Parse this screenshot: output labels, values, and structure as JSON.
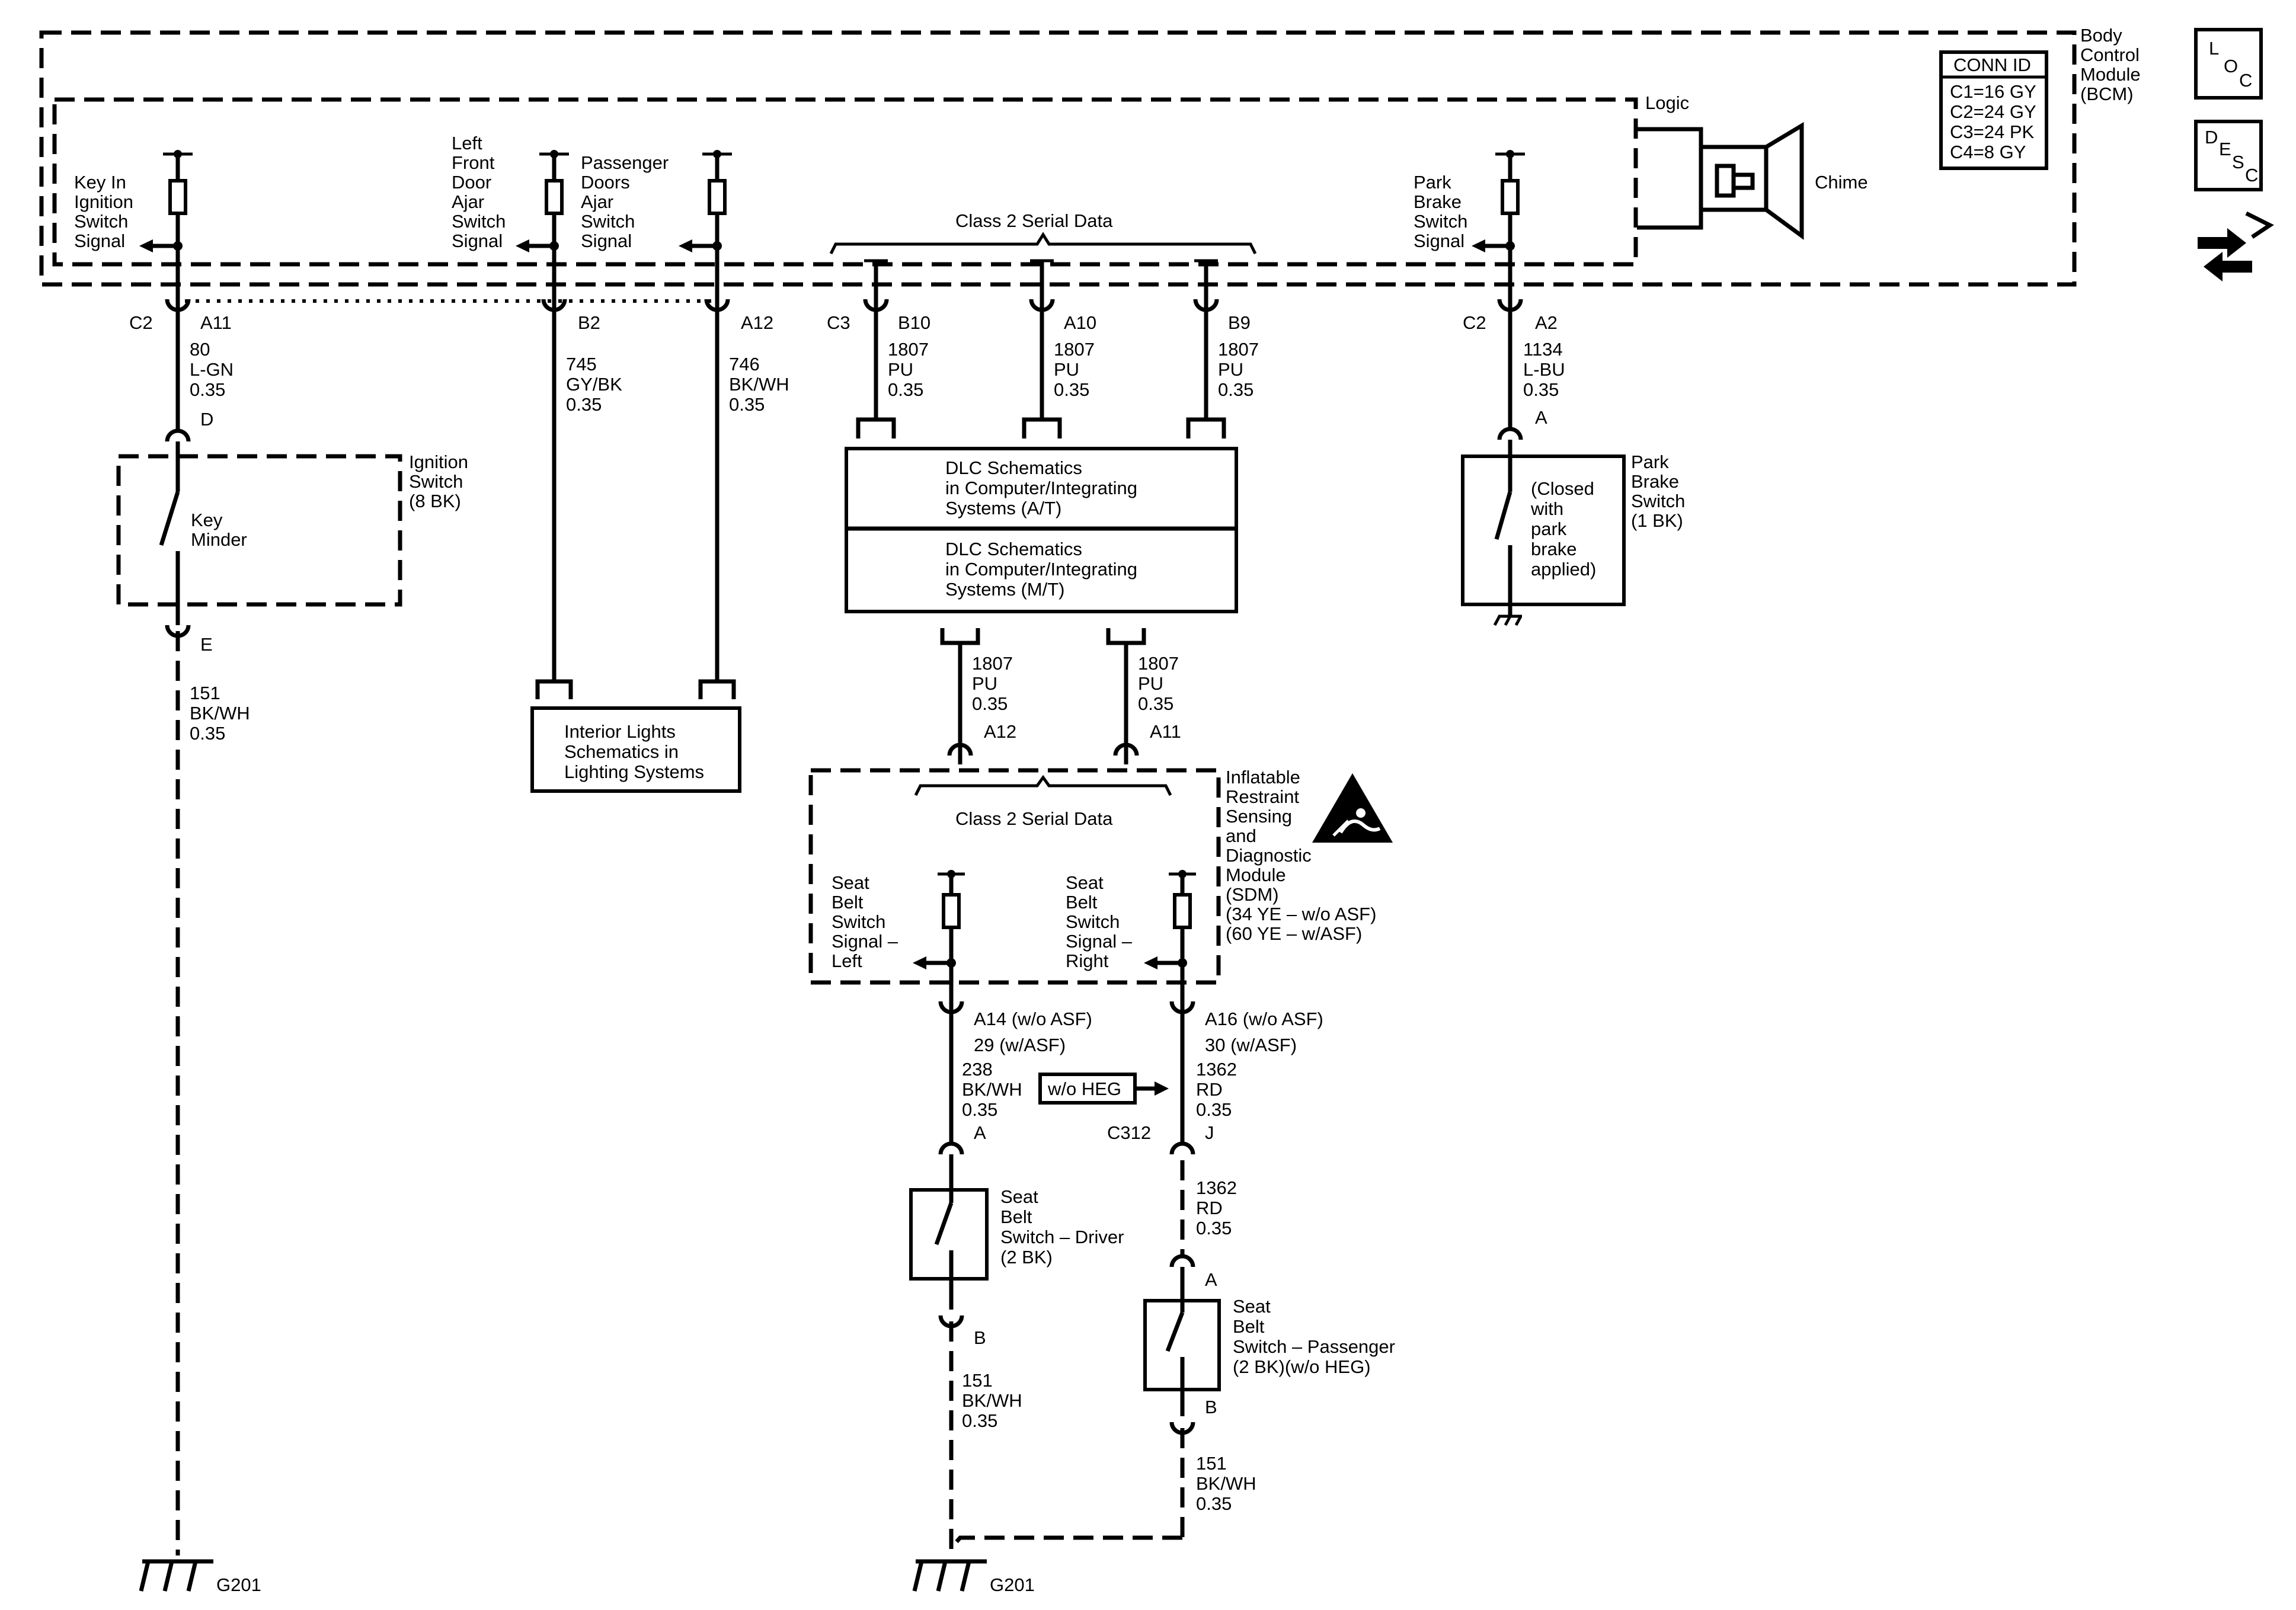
{
  "bcm": {
    "title": [
      "Body",
      "Control",
      "Module",
      "(BCM)"
    ],
    "logic_label": "Logic",
    "chime_label": "Chime",
    "conn_id": {
      "header": "CONN ID",
      "rows": [
        "C1=16 GY",
        "C2=24 GY",
        "C3=24 PK",
        "C4=8 GY"
      ]
    },
    "serial_data_label": "Class 2 Serial Data",
    "inputs": [
      {
        "label": [
          "Key In",
          "Ignition",
          "Switch",
          "Signal"
        ]
      },
      {
        "label": [
          "Left",
          "Front",
          "Door",
          "Ajar",
          "Switch",
          "Signal"
        ]
      },
      {
        "label": [
          "Passenger",
          "Doors",
          "Ajar",
          "Switch",
          "Signal"
        ]
      },
      {
        "label": [
          "Park",
          "Brake",
          "Switch",
          "Signal"
        ]
      }
    ]
  },
  "icons": {
    "loc": [
      "L",
      "O",
      "C"
    ],
    "desc": [
      "D",
      "E",
      "S",
      "C"
    ],
    "airbag_warning": "airbag-warning-icon",
    "service_arrows": "service-arrows-icon"
  },
  "connectors": {
    "key_in": {
      "conn": "C2",
      "pin": "A11"
    },
    "left_front_door": {
      "pin": "B2"
    },
    "passenger_doors": {
      "pin": "A12"
    },
    "serial_c3": "C3",
    "serial_b10": "B10",
    "serial_a10": "A10",
    "serial_b9": "B9",
    "park_brake": {
      "conn": "C2",
      "pin": "A2"
    },
    "ign_d": "D",
    "ign_e": "E",
    "park_a": "A",
    "sdm_a12": "A12",
    "sdm_a11": "A11",
    "sdm_left": [
      "A14 (w/o ASF)",
      "29 (w/ASF)"
    ],
    "sdm_right": [
      "A16 (w/o ASF)",
      "30 (w/ASF)"
    ],
    "driver_a": "A",
    "driver_b": "B",
    "c312": "C312",
    "c312_pin": "J",
    "pass_a": "A",
    "pass_b": "B"
  },
  "wires": {
    "key_in": [
      "80",
      "L-GN",
      "0.35"
    ],
    "left_front_door": [
      "745",
      "GY/BK",
      "0.35"
    ],
    "passenger_doors": [
      "746",
      "BK/WH",
      "0.35"
    ],
    "serial_1": [
      "1807",
      "PU",
      "0.35"
    ],
    "serial_2": [
      "1807",
      "PU",
      "0.35"
    ],
    "serial_3": [
      "1807",
      "PU",
      "0.35"
    ],
    "park_brake": [
      "1134",
      "L-BU",
      "0.35"
    ],
    "ign_ground": [
      "151",
      "BK/WH",
      "0.35"
    ],
    "sdm_1": [
      "1807",
      "PU",
      "0.35"
    ],
    "sdm_2": [
      "1807",
      "PU",
      "0.35"
    ],
    "driver_in": [
      "238",
      "BK/WH",
      "0.35"
    ],
    "pass_in": [
      "1362",
      "RD",
      "0.35"
    ],
    "pass_mid": [
      "1362",
      "RD",
      "0.35"
    ],
    "driver_ground": [
      "151",
      "BK/WH",
      "0.35"
    ],
    "pass_ground": [
      "151",
      "BK/WH",
      "0.35"
    ]
  },
  "components": {
    "ignition_switch": [
      "Ignition",
      "Switch",
      "(8 BK)"
    ],
    "key_minder": [
      "Key",
      "Minder"
    ],
    "park_brake_switch": [
      "Park",
      "Brake",
      "Switch",
      "(1 BK)"
    ],
    "park_brake_note": [
      "(Closed",
      "with",
      "park",
      "brake",
      "applied)"
    ],
    "dlc_at": [
      "DLC Schematics",
      "in Computer/Integrating",
      "Systems (A/T)"
    ],
    "dlc_mt": [
      "DLC Schematics",
      "in Computer/Integrating",
      "Systems (M/T)"
    ],
    "interior_lights": [
      "Interior Lights",
      "Schematics in",
      "Lighting Systems"
    ],
    "sdm": [
      "Inflatable",
      "Restraint",
      "Sensing",
      "and",
      "Diagnostic",
      "Module",
      "(SDM)",
      "(34 YE – w/o ASF)",
      "(60 YE – w/ASF)"
    ],
    "sdm_serial": "Class 2 Serial Data",
    "sdm_left_signal": [
      "Seat",
      "Belt",
      "Switch",
      "Signal –",
      "Left"
    ],
    "sdm_right_signal": [
      "Seat",
      "Belt",
      "Switch",
      "Signal –",
      "Right"
    ],
    "driver_switch": [
      "Seat",
      "Belt",
      "Switch – Driver",
      "(2 BK)"
    ],
    "pass_switch": [
      "Seat",
      "Belt",
      "Switch – Passenger",
      "(2 BK)(w/o HEG)"
    ],
    "heg_option": "w/o HEG"
  },
  "grounds": {
    "left": "G201",
    "right": "G201"
  }
}
